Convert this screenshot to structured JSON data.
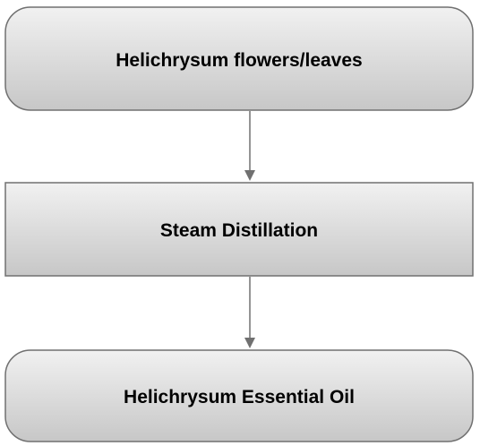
{
  "nodes": [
    {
      "id": "input",
      "label": "Helichrysum flowers/leaves",
      "shape": "rounded"
    },
    {
      "id": "process",
      "label": "Steam Distillation",
      "shape": "rectangle"
    },
    {
      "id": "output",
      "label": "Helichrysum Essential Oil",
      "shape": "rounded"
    }
  ],
  "edges": [
    {
      "from": "input",
      "to": "process"
    },
    {
      "from": "process",
      "to": "output"
    }
  ],
  "colors": {
    "fill_top": "#f1f1f1",
    "fill_bottom": "#c7c7c7",
    "stroke": "#707070",
    "arrow": "#707070",
    "text": "#000000"
  }
}
